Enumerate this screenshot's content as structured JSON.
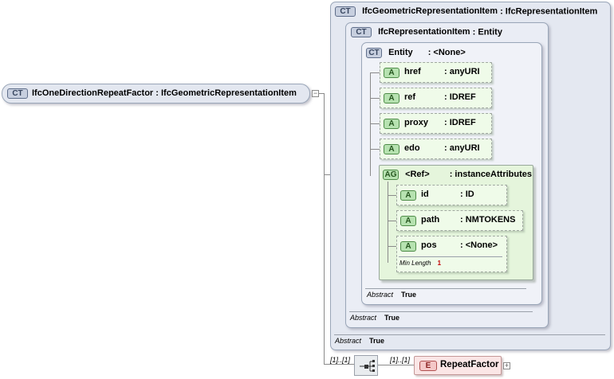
{
  "root": {
    "badge": "CT",
    "label": "IfcOneDirectionRepeatFactor : IfcGeometricRepresentationItem"
  },
  "ct_outer": {
    "badge": "CT",
    "name": "IfcGeometricRepresentationItem",
    "type": ": IfcRepresentationItem",
    "abstract_label": "Abstract",
    "abstract_value": "True"
  },
  "ct_middle": {
    "badge": "CT",
    "name": "IfcRepresentationItem",
    "type": ": Entity",
    "abstract_label": "Abstract",
    "abstract_value": "True"
  },
  "ct_inner": {
    "badge": "CT",
    "name": "Entity",
    "type": ": <None>",
    "abstract_label": "Abstract",
    "abstract_value": "True"
  },
  "attributes": [
    {
      "badge": "A",
      "name": "href",
      "type": ": anyURI"
    },
    {
      "badge": "A",
      "name": "ref",
      "type": ": IDREF"
    },
    {
      "badge": "A",
      "name": "proxy",
      "type": ": IDREF"
    },
    {
      "badge": "A",
      "name": "edo",
      "type": ": anyURI"
    }
  ],
  "attribute_group": {
    "badge": "AG",
    "name": "<Ref>",
    "type": ": instanceAttributes",
    "attributes": [
      {
        "badge": "A",
        "name": "id",
        "type": ": ID"
      },
      {
        "badge": "A",
        "name": "path",
        "type": ": NMTOKENS"
      },
      {
        "badge": "A",
        "name": "pos",
        "type": ": <None>",
        "facet_label": "Min Length",
        "facet_value": "1"
      }
    ]
  },
  "sequence": {
    "card_left": "[1]..[1]",
    "card_right": "[1]..[1]"
  },
  "element": {
    "badge": "E",
    "name": "RepeatFactor"
  }
}
